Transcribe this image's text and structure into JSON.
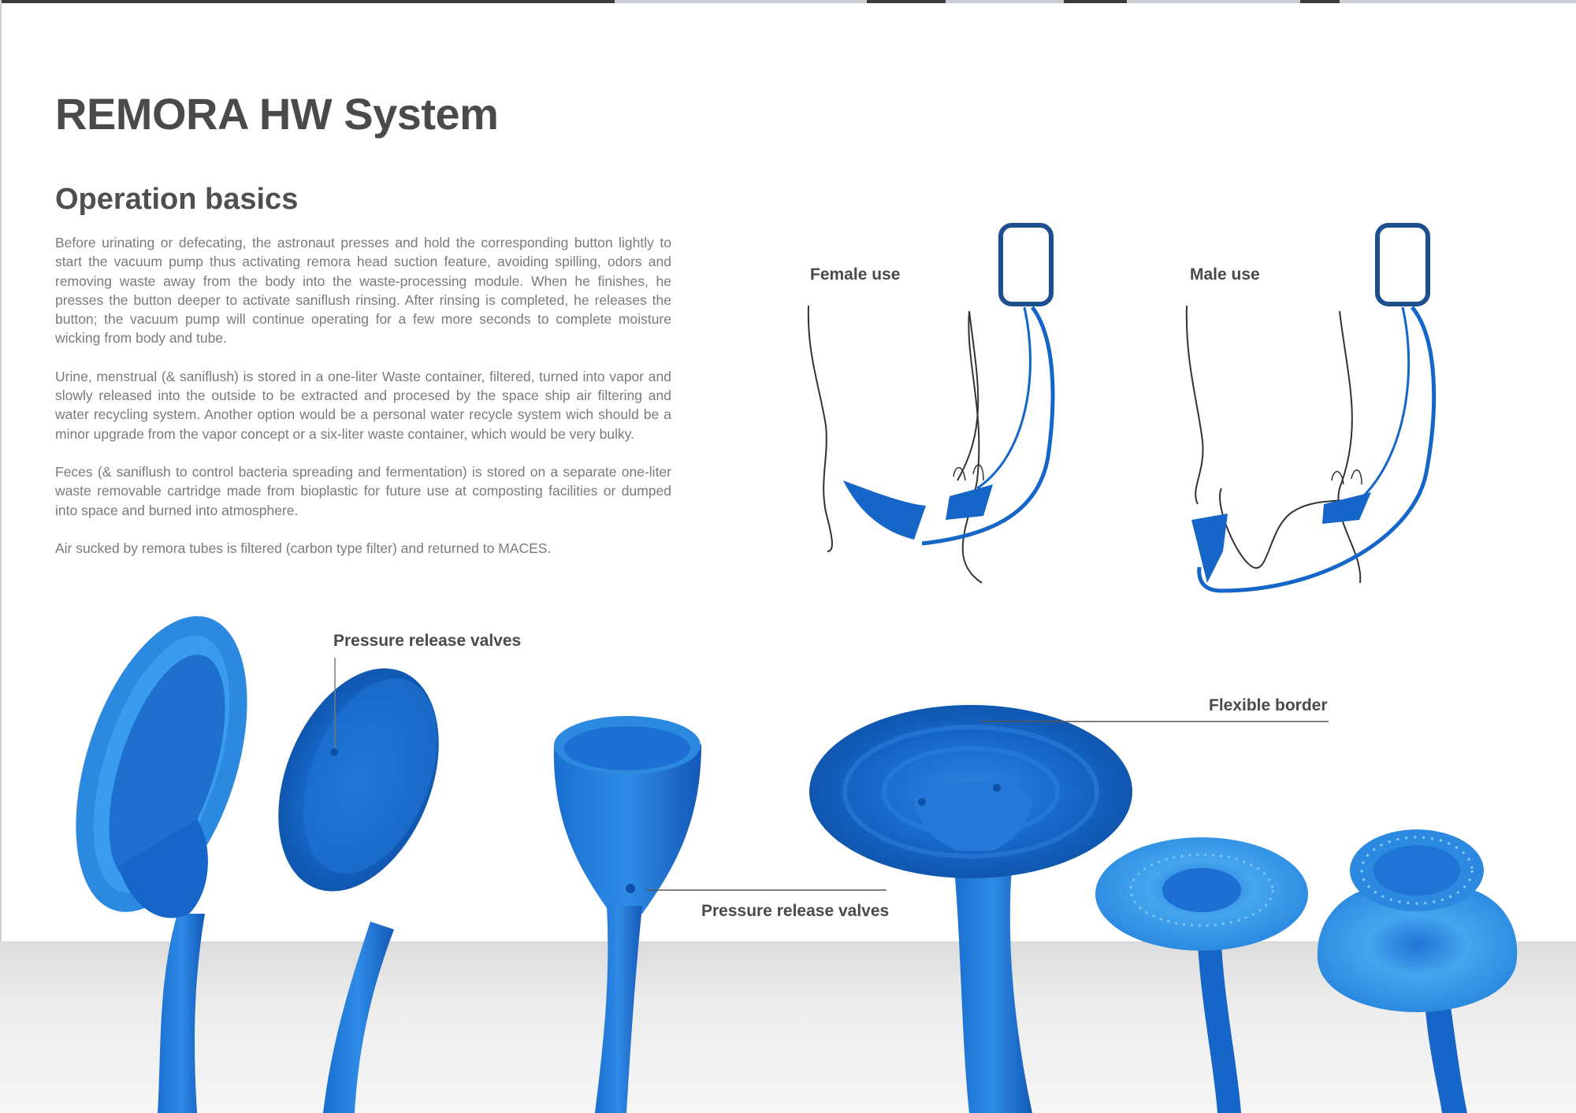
{
  "title": "REMORA HW System",
  "subtitle": "Operation basics",
  "paragraphs": [
    "Before urinating or defecating, the astronaut presses and hold the corresponding button lightly to start the vacuum pump thus activating remora head suction feature, avoiding spilling, odors and removing waste away from the body into the waste-processing module. When he finishes, he presses the button deeper to activate saniflush rinsing. After rinsing is completed, he releases the button; the vacuum pump will continue operating for a few more seconds to complete moisture wicking from body and tube.",
    "Urine, menstrual (& saniflush) is stored in a one-liter Waste container, filtered, turned into vapor and slowly released into the outside to be extracted and procesed by the space ship air filtering and water recycling system. Another option would be a personal water recycle system wich should be a minor upgrade from the vapor concept or a six-liter waste container, which would be very bulky.",
    "Feces (& saniflush to control bacteria spreading and fermentation) is stored on a separate one-liter waste removable cartridge made from bioplastic for future use at composting facilities or dumped into space and burned into atmosphere.",
    "Air sucked by remora tubes is filtered (carbon type filter) and returned to MACES."
  ],
  "diagrams": {
    "female_label": "Female use",
    "male_label": "Male use"
  },
  "callouts": {
    "valves_top": "Pressure release valves",
    "valves_bottom": "Pressure release valves",
    "flexible_border": "Flexible border"
  },
  "colors": {
    "device_blue": "#1566c8",
    "device_light": "#2f8ee0",
    "outline_navy": "#1d4f8f",
    "text_dark": "#4a4a4a",
    "text_body": "#7a7a7a"
  }
}
